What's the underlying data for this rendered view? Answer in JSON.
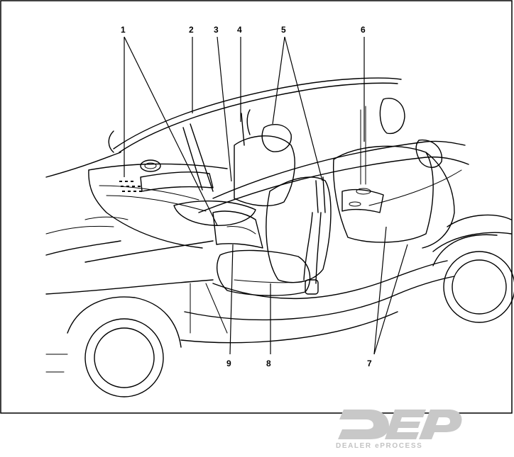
{
  "callouts": [
    "1",
    "2",
    "3",
    "4",
    "5",
    "6",
    "7",
    "8",
    "9"
  ],
  "watermark": {
    "mark": "DEP",
    "text": "DEALER ePROCESS",
    "color": "#c8c8c8"
  }
}
